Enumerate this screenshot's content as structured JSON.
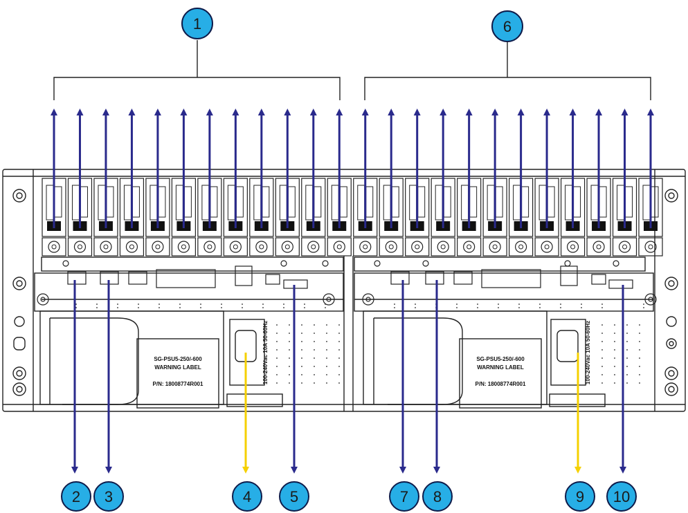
{
  "callouts": [
    {
      "id": "1",
      "label": "1"
    },
    {
      "id": "2",
      "label": "2"
    },
    {
      "id": "3",
      "label": "3"
    },
    {
      "id": "4",
      "label": "4"
    },
    {
      "id": "5",
      "label": "5"
    },
    {
      "id": "6",
      "label": "6"
    },
    {
      "id": "7",
      "label": "7"
    },
    {
      "id": "8",
      "label": "8"
    },
    {
      "id": "9",
      "label": "9"
    },
    {
      "id": "10",
      "label": "10"
    }
  ],
  "psu_left": {
    "model": "SG-PSU5-250/-600",
    "warning": "WARNING LABEL",
    "part_number": "P/N: 18008774R001",
    "rating": "100-240Vac 10A 50-60Hz"
  },
  "psu_right": {
    "model": "SG-PSU5-250/-600",
    "warning": "WARNING LABEL",
    "part_number": "P/N: 18008774R001",
    "rating": "100-240Vac 10A 50-60Hz"
  },
  "colors": {
    "callout_fill": "#27aee6",
    "callout_stroke": "#0d1b4a",
    "arrow_blue": "#2a2a8c",
    "arrow_yellow": "#f5d000",
    "line": "#222222"
  }
}
